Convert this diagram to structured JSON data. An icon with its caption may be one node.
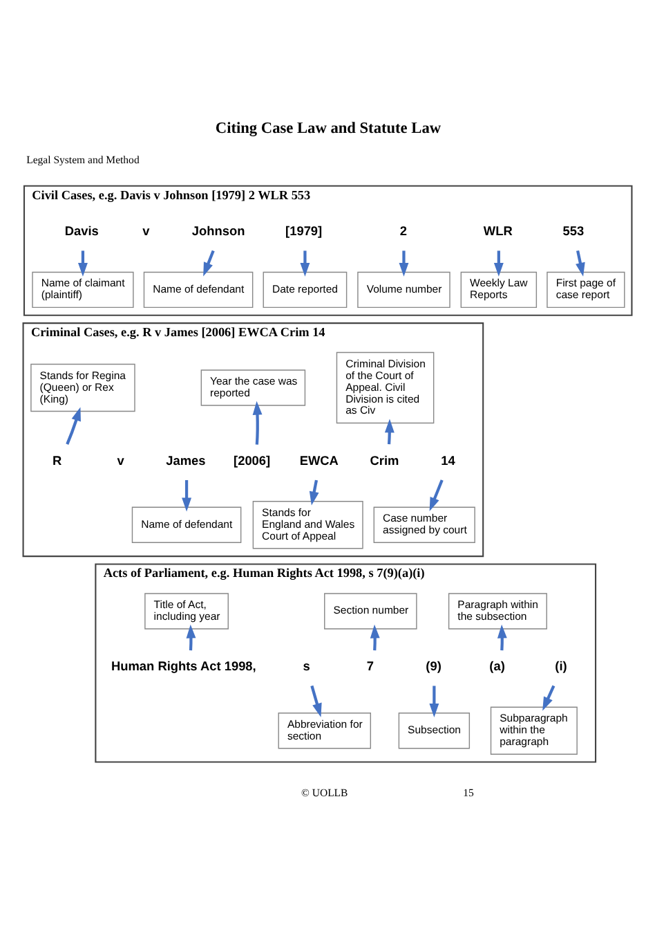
{
  "diagram": {
    "title": "Citing Case Law and Statute Law",
    "nodes": [
      {
        "text": [
          "Civil Cases, e.g. Davis v Johnson [1979] 2 WLR 553"
        ]
      },
      {
        "text": [
          "Davis"
        ],
        "in": 0
      },
      {
        "text": [
          "Johnson"
        ],
        "in": 0
      },
      {
        "text": [
          "[1979]"
        ],
        "in": 0
      },
      {
        "text": [
          "2"
        ],
        "in": 0
      },
      {
        "text": [
          "WLR"
        ],
        "in": 0
      },
      {
        "text": [
          "553"
        ],
        "in": 0
      },
      {
        "text": [
          "Name of claimant (plaintiff)"
        ],
        "in": 0
      },
      {
        "text": [
          "Name of defendant"
        ],
        "in": 0
      },
      {
        "text": [
          "Date reported"
        ],
        "in": 0
      },
      {
        "text": [
          "Volume number"
        ],
        "in": 0
      },
      {
        "text": [
          "Weekly Law Reports"
        ],
        "in": 0
      },
      {
        "text": [
          "First page of case report"
        ],
        "in": 0
      },
      {
        "text": [
          "Criminal Cases, e.g. R v James [2006] EWCA Crim 14"
        ]
      },
      {
        "text": [
          "Stands for Regina (Queen) or Rex (King)"
        ],
        "in": 13
      },
      {
        "text": [
          "Year the case was reported"
        ],
        "in": 13
      },
      {
        "text": [
          "Criminal Division of the Court of Appeal. Civil Division is cited as Civ"
        ],
        "in": 13
      },
      {
        "text": [
          "R"
        ],
        "in": 13
      },
      {
        "text": [
          "James"
        ],
        "in": 13
      },
      {
        "text": [
          "[2006]"
        ],
        "in": 13
      },
      {
        "text": [
          "EWCA"
        ],
        "in": 13
      },
      {
        "text": [
          "Crim"
        ],
        "in": 13
      },
      {
        "text": [
          "14"
        ],
        "in": 13
      },
      {
        "text": [
          "Name of defendant"
        ],
        "in": 13
      },
      {
        "text": [
          "Stands for England and Wales Court of Appeal"
        ],
        "in": 13
      },
      {
        "text": [
          "Case number assigned by court"
        ],
        "in": 13
      },
      {
        "text": [
          "Acts of Parliament, e.g. Human Rights Act 1998, s 7(9)(a)(i)"
        ]
      },
      {
        "text": [
          "Title of Act, including year"
        ],
        "in": 26
      },
      {
        "text": [
          "Section number"
        ],
        "in": 26
      },
      {
        "text": [
          "Paragraph within the subsection"
        ],
        "in": 26
      },
      {
        "text": [
          "Human Rights Act 1998,"
        ],
        "in": 26
      },
      {
        "text": [
          "s"
        ],
        "in": 26
      },
      {
        "text": [
          "7"
        ],
        "in": 26
      },
      {
        "text": [
          "(9)"
        ],
        "in": 26
      },
      {
        "text": [
          "(a)"
        ],
        "in": 26
      },
      {
        "text": [
          "(i)"
        ],
        "in": 26
      },
      {
        "text": [
          "Abbreviation for section"
        ],
        "in": 26
      },
      {
        "text": [
          "Subsection"
        ],
        "in": 26
      },
      {
        "text": [
          "Subparagraph within the paragraph"
        ],
        "in": 26
      }
    ],
    "edges": [
      {
        "from": 1,
        "to": 7,
        "arrow": "to"
      },
      {
        "from": 2,
        "to": 8,
        "arrow": "to"
      },
      {
        "from": 3,
        "to": 9,
        "arrow": "to"
      },
      {
        "from": 4,
        "to": 10,
        "arrow": "to"
      },
      {
        "from": 5,
        "to": 11,
        "arrow": "to"
      },
      {
        "from": 6,
        "to": 12,
        "arrow": "to"
      },
      {
        "from": 17,
        "to": 14,
        "arrow": "to"
      },
      {
        "from": 19,
        "to": 15,
        "arrow": "to"
      },
      {
        "from": 21,
        "to": 16,
        "arrow": "to"
      },
      {
        "from": 18,
        "to": 23,
        "arrow": "to"
      },
      {
        "from": 20,
        "to": 24,
        "arrow": "to"
      },
      {
        "from": 22,
        "to": 25,
        "arrow": "to"
      },
      {
        "from": 30,
        "to": 27,
        "arrow": "to"
      },
      {
        "from": 32,
        "to": 28,
        "arrow": "to"
      },
      {
        "from": 34,
        "to": 29,
        "arrow": "to"
      },
      {
        "from": 31,
        "to": 36,
        "arrow": "to"
      },
      {
        "from": 33,
        "to": 37,
        "arrow": "to"
      },
      {
        "from": 35,
        "to": 38,
        "arrow": "to"
      }
    ],
    "labels": [
      "Legal System and Method",
      "v",
      "v",
      "© UOLLB",
      "15"
    ]
  }
}
